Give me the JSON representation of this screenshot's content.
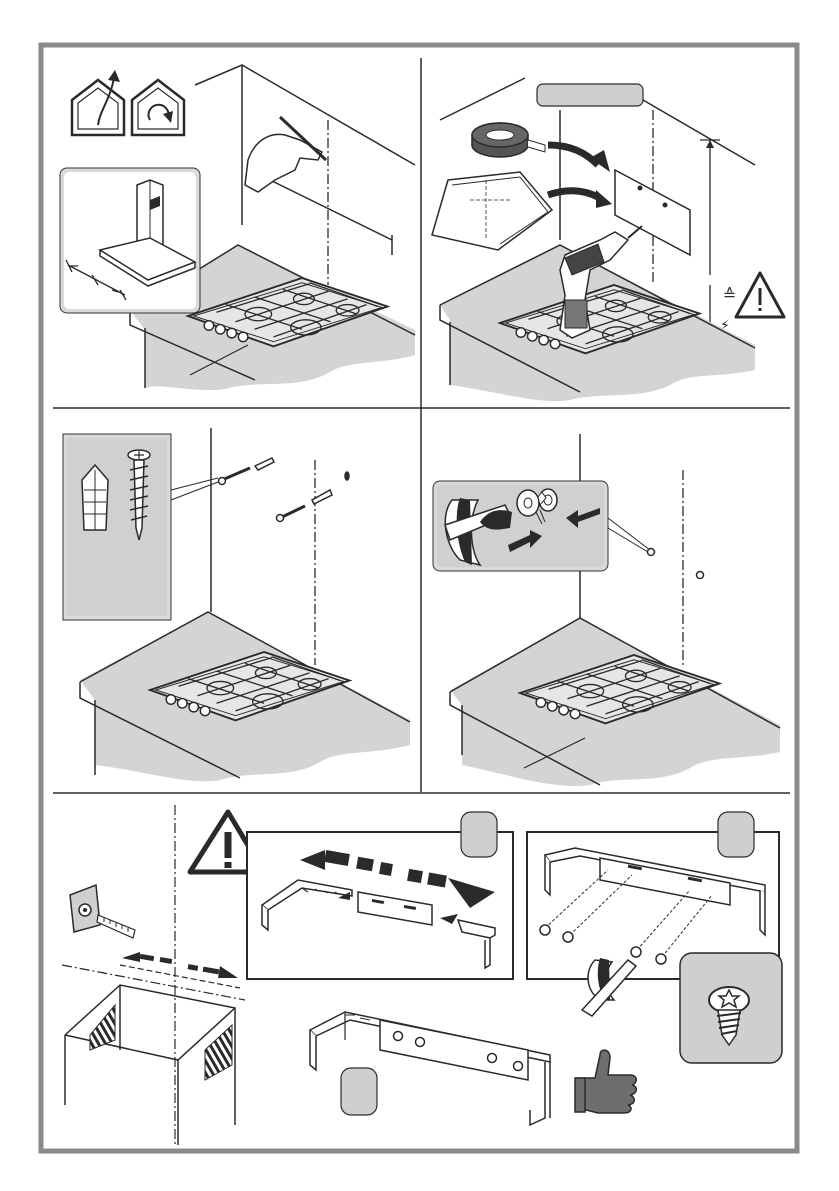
{
  "figure": {
    "frame_color": "#8a8a8a",
    "panel_gray": "#c9c9c9",
    "worktop_gray": "#d4d4d4",
    "line_color": "#2a2a2a",
    "warning_color": "#ffffff",
    "icons": [
      "house-exhaust-icon",
      "house-recirculate-icon",
      "tape-measure-icon",
      "drill-icon",
      "warning-triangle-icon",
      "screwdriver-icon",
      "thumbs-up-icon",
      "screw-closeup-icon"
    ]
  },
  "steps": [
    {
      "id": 1,
      "content": "hood-type-and-mark-center-line"
    },
    {
      "id": 2,
      "content": "template-and-drilling"
    },
    {
      "id": 3,
      "content": "wall-plugs-and-screws"
    },
    {
      "id": 4,
      "content": "fixing-washer-screws"
    },
    {
      "id": 5,
      "content": "bracket-assembly"
    }
  ]
}
